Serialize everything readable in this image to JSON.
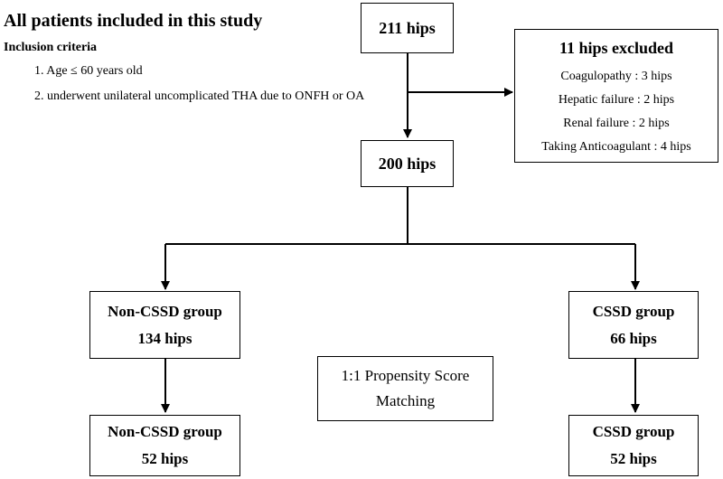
{
  "intro": {
    "title": "All patients included in this study",
    "criteria_title": "Inclusion criteria",
    "criteria": [
      "1. Age ≤ 60 years old",
      "2. underwent unilateral uncomplicated THA due to ONFH or OA"
    ]
  },
  "nodes": {
    "start": {
      "label": "211 hips"
    },
    "excluded": {
      "title": "11 hips excluded",
      "reasons": [
        "Coagulopathy : 3 hips",
        "Hepatic failure : 2 hips",
        "Renal failure : 2 hips",
        "Taking Anticoagulant : 4 hips"
      ]
    },
    "included": {
      "label": "200 hips"
    },
    "noncssd_before": {
      "title": "Non-CSSD group",
      "count": "134 hips"
    },
    "cssd_before": {
      "title": "CSSD group",
      "count": "66 hips"
    },
    "matching": {
      "line1": "1:1 Propensity Score",
      "line2": "Matching"
    },
    "noncssd_after": {
      "title": "Non-CSSD group",
      "count": "52 hips"
    },
    "cssd_after": {
      "title": "CSSD group",
      "count": "52 hips"
    }
  }
}
